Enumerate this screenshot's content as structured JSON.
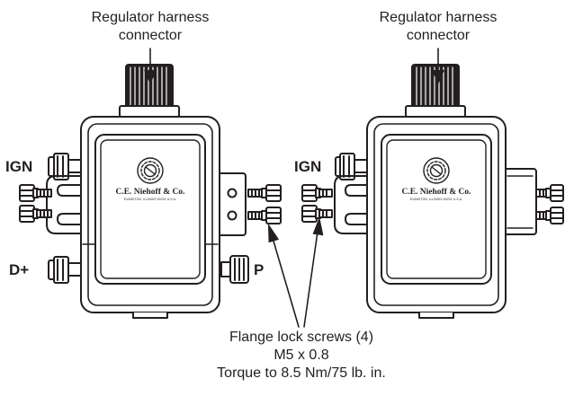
{
  "callouts": {
    "connector_left": [
      "Regulator harness",
      "connector"
    ],
    "connector_right": [
      "Regulator harness",
      "connector"
    ],
    "screws": [
      "Flange lock screws (4)",
      "M5 x 0.8",
      "Torque to 8.5 Nm/75 lb. in."
    ]
  },
  "terminals": {
    "ign_left": "IGN",
    "ign_right": "IGN",
    "d_plus": "D+",
    "p": "P"
  },
  "brand": {
    "name": "C.E. Niehoff & Co.",
    "city": "EVANSTON, ILLINOIS 60201 U.S.A.",
    "logo_text": "CEN"
  },
  "colors": {
    "line": "#231f20",
    "fill": "#ffffff",
    "cap": "#231f20"
  }
}
